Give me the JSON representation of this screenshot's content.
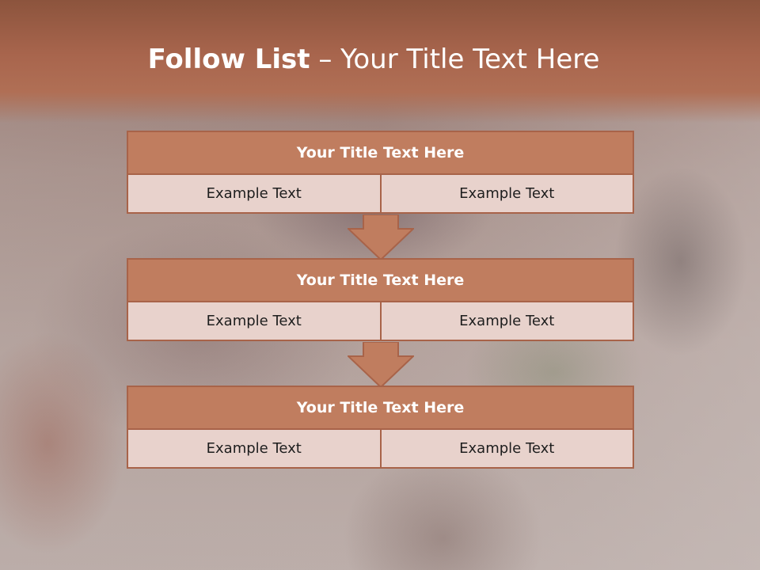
{
  "slide": {
    "title_bold": "Follow List",
    "title_rest": " – Your Title Text Here",
    "colors": {
      "band": "#a8654d",
      "block_header": "#c07d5f",
      "block_cell": "#e8d2cc",
      "border": "#a86349"
    }
  },
  "blocks": [
    {
      "title": "Your Title Text Here",
      "left": "Example Text",
      "right": "Example Text"
    },
    {
      "title": "Your Title Text Here",
      "left": "Example Text",
      "right": "Example Text"
    },
    {
      "title": "Your Title Text Here",
      "left": "Example Text",
      "right": "Example Text"
    }
  ],
  "arrows": [
    "down-arrow-icon",
    "down-arrow-icon"
  ]
}
